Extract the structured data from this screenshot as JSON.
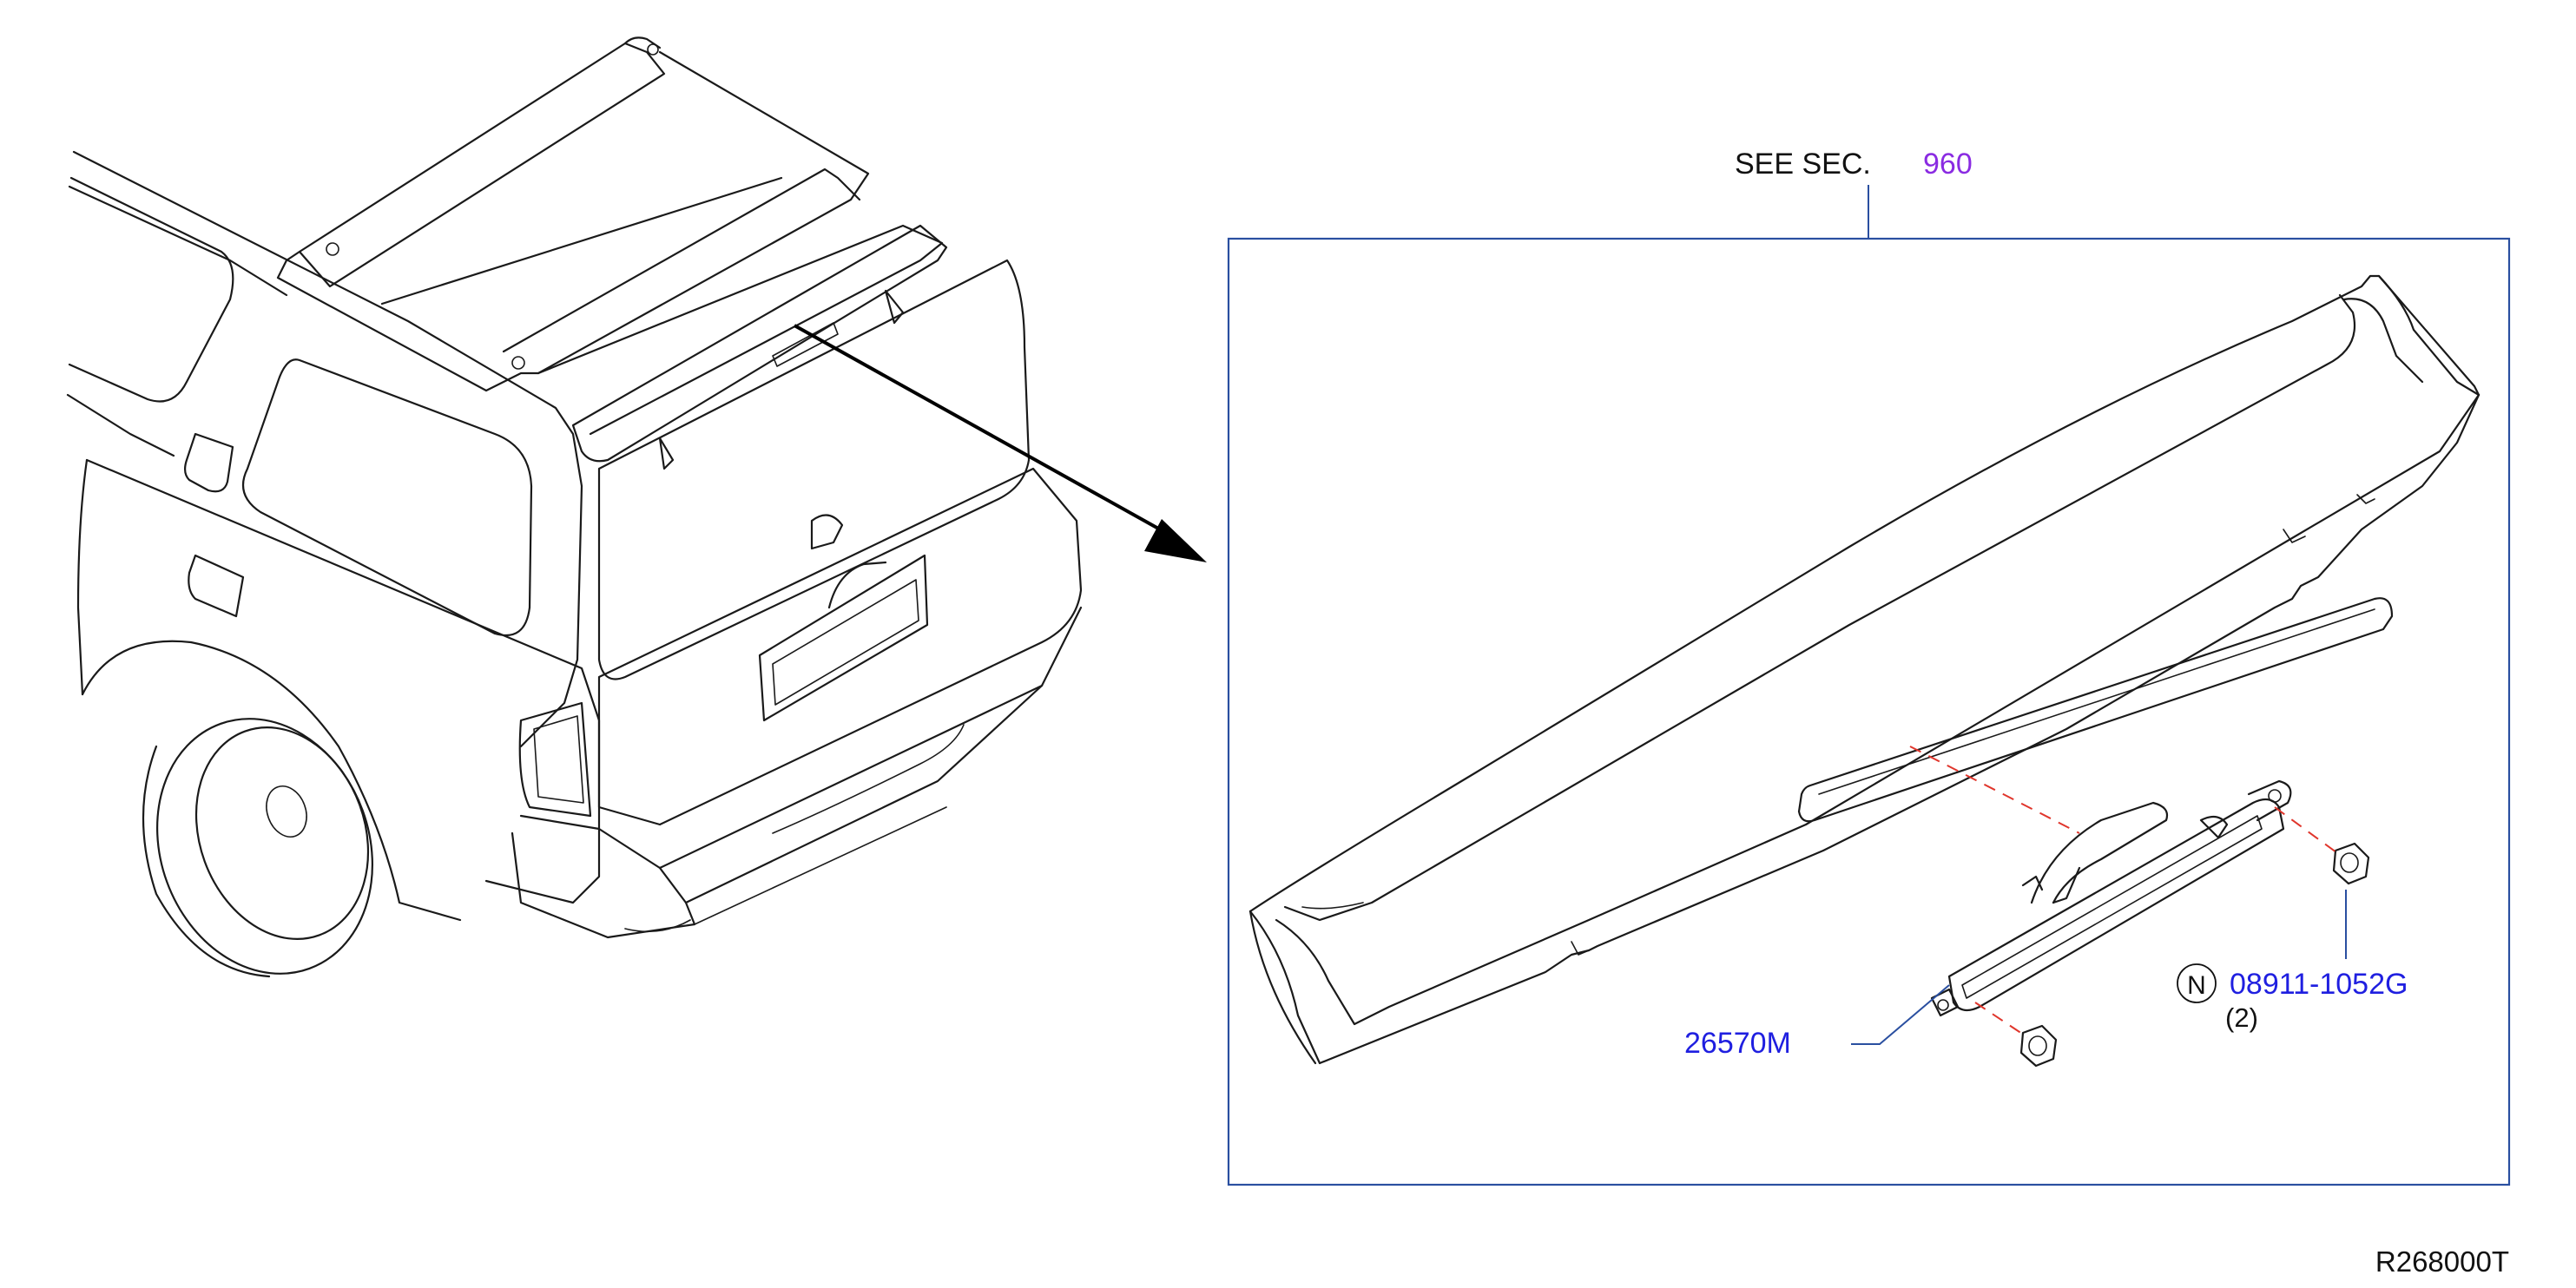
{
  "see_section": {
    "prefix": "SEE   SEC.",
    "number": "960"
  },
  "parts": {
    "lamp_part_number": "26570M",
    "nut_symbol": "N",
    "nut_part_number": "08911-1052G",
    "nut_quantity": "(2)"
  },
  "diagram_code": "R268000T",
  "colors": {
    "part_number_link": "#1f1fe0",
    "section_link": "#8a2be2",
    "leader_line": "#2a4fa0",
    "assembly_dash": "#e0362c"
  }
}
